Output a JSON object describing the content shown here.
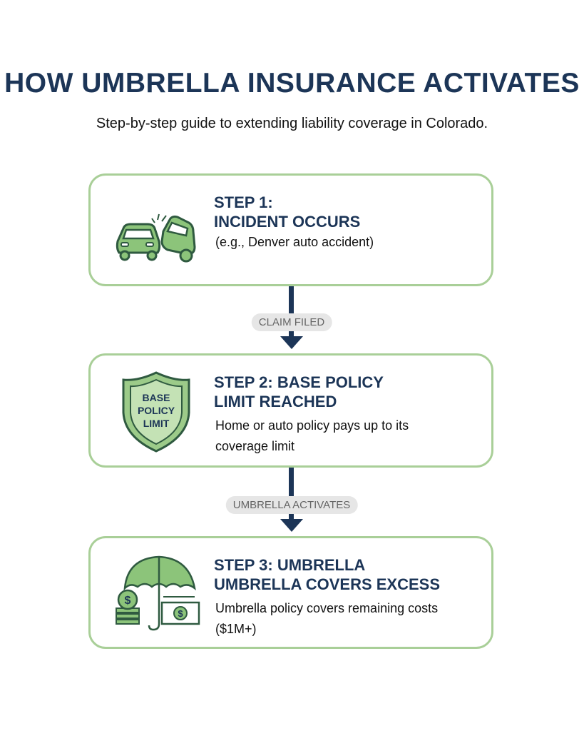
{
  "title": "HOW UMBRELLA INSURANCE ACTIVATES",
  "subtitle": "Step-by-step guide to extending liability coverage in Colorado.",
  "steps": [
    {
      "heading": "STEP 1:\nINCIDENT OCCURS",
      "desc": "(e.g., Denver auto accident)",
      "icon": "car-crash-icon"
    },
    {
      "heading": "STEP 2: BASE POLICY\nLIMIT REACHED",
      "desc": "Home or auto policy pays up to its coverage limit",
      "icon": "shield-icon",
      "shield_text": "BASE\nPOLICY\nLIMIT"
    },
    {
      "heading": "STEP 3: UMBRELLA\nUMBRELLA COVERS EXCESS",
      "desc": "Umbrella policy covers remaining costs ($1M+)",
      "icon": "umbrella-money-icon"
    }
  ],
  "connectors": [
    "CLAIM FILED",
    "UMBRELLA ACTIVATES"
  ],
  "colors": {
    "navy": "#1c3557",
    "green": "#a9cf98",
    "icon_green": "#8cc47a"
  }
}
